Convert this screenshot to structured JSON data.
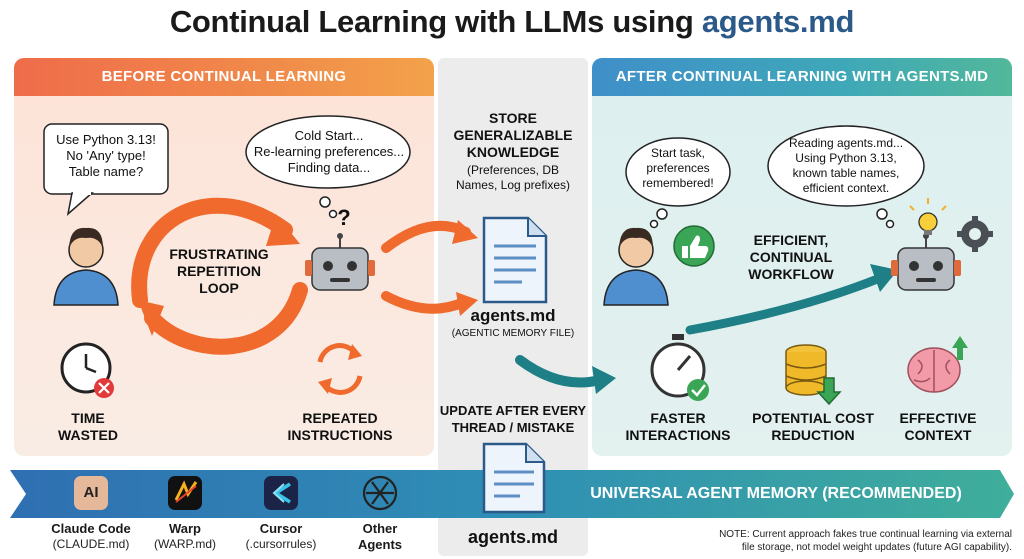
{
  "title": {
    "prefix": "Continual Learning with LLMs using ",
    "accent": "agents.md"
  },
  "left": {
    "header": "BEFORE CONTINUAL LEARNING",
    "user_speech": [
      "Use Python 3.13!",
      "No 'Any' type!",
      "Table name?"
    ],
    "thought": [
      "Cold Start...",
      "Re-learning preferences...",
      "Finding data..."
    ],
    "loop_label": [
      "FRUSTRATING",
      "REPETITION",
      "LOOP"
    ],
    "question_mark": "?",
    "time_label": [
      "TIME",
      "WASTED"
    ],
    "repeat_label": [
      "REPEATED",
      "INSTRUCTIONS"
    ]
  },
  "middle": {
    "store_title": [
      "STORE",
      "GENERALIZABLE",
      "KNOWLEDGE"
    ],
    "store_sub": [
      "(Preferences, DB",
      "Names, Log prefixes)"
    ],
    "file_name": "agents.md",
    "file_sub": "(AGENTIC MEMORY FILE)",
    "update_label": [
      "UPDATE AFTER EVERY",
      "THREAD / MISTAKE"
    ],
    "bottom_file": "agents.md"
  },
  "right": {
    "header": "AFTER CONTINUAL LEARNING WITH AGENTS.MD",
    "user_thought": [
      "Start task,",
      "preferences",
      "remembered!"
    ],
    "agent_thought": [
      "Reading agents.md...",
      "Using Python 3.13,",
      "known table names,",
      "efficient context."
    ],
    "workflow_label": [
      "EFFICIENT,",
      "CONTINUAL",
      "WORKFLOW"
    ],
    "benefits": [
      {
        "lines": [
          "FASTER",
          "INTERACTIONS"
        ]
      },
      {
        "lines": [
          "POTENTIAL COST",
          "REDUCTION"
        ]
      },
      {
        "lines": [
          "EFFECTIVE",
          "CONTEXT"
        ]
      }
    ]
  },
  "bottom": {
    "banner": "UNIVERSAL AGENT MEMORY (RECOMMENDED)",
    "apps": [
      {
        "name": "Claude Code",
        "file": "(CLAUDE.md)",
        "glyph": "AI"
      },
      {
        "name": "Warp",
        "file": "(WARP.md)",
        "glyph": ""
      },
      {
        "name": "Cursor",
        "file": "(.cursorrules)",
        "glyph": ""
      },
      {
        "name": "Other",
        "file": "Agents",
        "glyph": ""
      }
    ],
    "note": [
      "NOTE: Current approach fakes true continual learning via external",
      "file storage, not model weight updates (future AGI capability)."
    ]
  },
  "icons": {
    "user": "user-icon",
    "robot": "robot-icon",
    "clock": "clock-icon",
    "refresh": "refresh-icon",
    "document": "document-icon",
    "thumbs_up": "thumbs-up-icon",
    "stopwatch": "stopwatch-icon",
    "coins": "coins-icon",
    "brain": "brain-icon",
    "lightbulb": "lightbulb-icon",
    "gear": "gear-icon"
  },
  "colors": {
    "accent": "#2b5a8a",
    "left_header": "#ef6c4a",
    "right_header": "#3f8fc9",
    "orange_arrow": "#ef6a2c",
    "teal_arrow": "#1f7f86"
  }
}
